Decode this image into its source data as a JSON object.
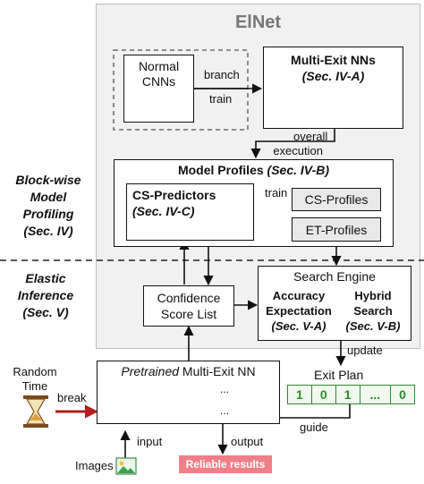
{
  "system_name": "ElNet",
  "side_labels": {
    "profiling": [
      "Block-wise",
      "Model",
      "Profiling",
      "(Sec. IV)"
    ],
    "inference": [
      "Elastic",
      "Inference",
      "(Sec. V)"
    ]
  },
  "normal_cnns": [
    "Normal",
    "CNNs"
  ],
  "edge_branch": "branch",
  "edge_train_top": "train",
  "multi_exit": {
    "title": "Multi-Exit NNs",
    "sec": "(Sec. IV-A)"
  },
  "edge_overall": [
    "overall",
    "execution"
  ],
  "model_profiles": {
    "title": "Model Profiles",
    "sec": "(Sec. IV-B)"
  },
  "cs_predictors": {
    "title": "CS-Predictors",
    "sec": "(Sec. IV-C)"
  },
  "edge_train_profiles": "train",
  "cs_profiles": "CS-Profiles",
  "et_profiles": "ET-Profiles",
  "confidence_list": [
    "Confidence",
    "Score List"
  ],
  "search_engine": {
    "title": "Search Engine",
    "left": [
      "Accuracy",
      "Expectation",
      "(Sec. V-A)"
    ],
    "right": [
      "Hybrid",
      "Search",
      "(Sec. V-B)"
    ]
  },
  "edge_update": "update",
  "exit_plan": {
    "title": "Exit Plan",
    "cells": [
      "1",
      "0",
      "1",
      "...",
      "0"
    ]
  },
  "edge_guide": "guide",
  "random_time": [
    "Random",
    "Time"
  ],
  "edge_break": "break",
  "pretrained": {
    "italic": "Pretrained",
    "rest": " Multi-Exit NN"
  },
  "chain_dots": "...",
  "edge_input": "input",
  "edge_output": "output",
  "images_label": "Images",
  "reliable_results": "Reliable results",
  "colors": {
    "panel_fill": "#f1f1f1",
    "panel_border": "#bdbdbd",
    "block_yellow": "#fbe79a",
    "block_border": "#d6b43c",
    "exit_teal": "#93c8c6",
    "exit_border": "#4d8f8e",
    "check_green": "#2e9b3a",
    "cross_red": "#c0392b",
    "arrow_dark": "#3a3a3a",
    "plan_green": "#2e8b2e",
    "plan_fill": "#f1f8ee",
    "reliable_fill": "#f07f88",
    "break_red": "#b31d1d",
    "profile_fill": "#e9e9e9"
  }
}
